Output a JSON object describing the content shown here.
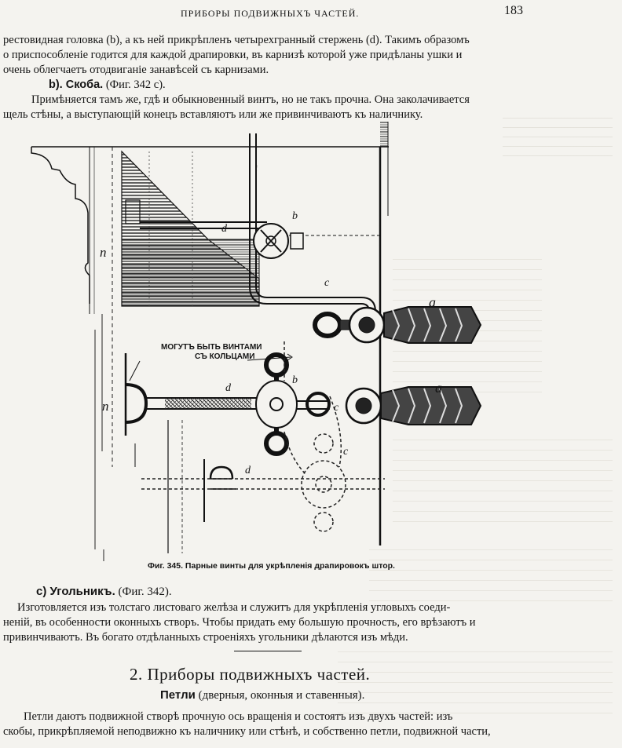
{
  "header": {
    "running_title": "ПРИБОРЫ ПОДВИЖНЫХЪ ЧАСТЕЙ.",
    "page_number": "183"
  },
  "top_paragraph": {
    "line1": "рестовидная головка (b), а къ ней прикрѣпленъ четырехгранный стержень (d). Такимъ образомъ",
    "line2": "о приспособленіе годится для каждой драпировки, въ карнизѣ которой уже придѣланы ушки и",
    "line3": "очень облегчаетъ отодвиганіе занавѣсей съ карнизами."
  },
  "section_b": {
    "label": "b). Скоба.",
    "ref": "(Фиг. 342 c).",
    "line1": "Примѣняется тамъ же, гдѣ и обыкновенный винтъ, но не такъ прочна. Она заколачивается",
    "line2": "щель стѣны, а выступающій конецъ вставляютъ или же привинчиваютъ къ наличнику."
  },
  "figure": {
    "labels": {
      "a": "a",
      "b": "b",
      "c": "c",
      "d": "d",
      "n": "n",
      "i": "i"
    },
    "note_line1": "МОГУТЪ БЫТЬ ВИНТАМИ",
    "note_line2": "СЪ КОЛЬЦАМИ",
    "caption": "Фиг. 345. Парные винты для укрѣпленія драпировокъ штор."
  },
  "section_c": {
    "label": "c) Угольникъ.",
    "ref": "(Фиг. 342).",
    "line1": "Изготовляется изъ толстаго листоваго желѣза и служитъ для укрѣпленія угловыхъ соеди-",
    "line2": "неній, въ особенности оконныхъ створъ. Чтобы придать ему большую прочность, его врѣзаютъ и",
    "line3": "привинчиваютъ. Въ богато отдѣланныхъ строеніяхъ угольники дѣлаются изъ мѣди."
  },
  "section_2": {
    "title": "2. Приборы подвижныхъ частей.",
    "subtitle_bold": "Петли",
    "subtitle_rest": "(дверныя, оконныя и ставенныя).",
    "line1": "Петли даютъ подвижной створѣ прочную ось вращенія и состоятъ изъ двухъ частей: изъ",
    "line2": "скобы, прикрѣпляемой неподвижно къ наличнику или стѣнѣ, и собственно петли, подвижной части,"
  }
}
